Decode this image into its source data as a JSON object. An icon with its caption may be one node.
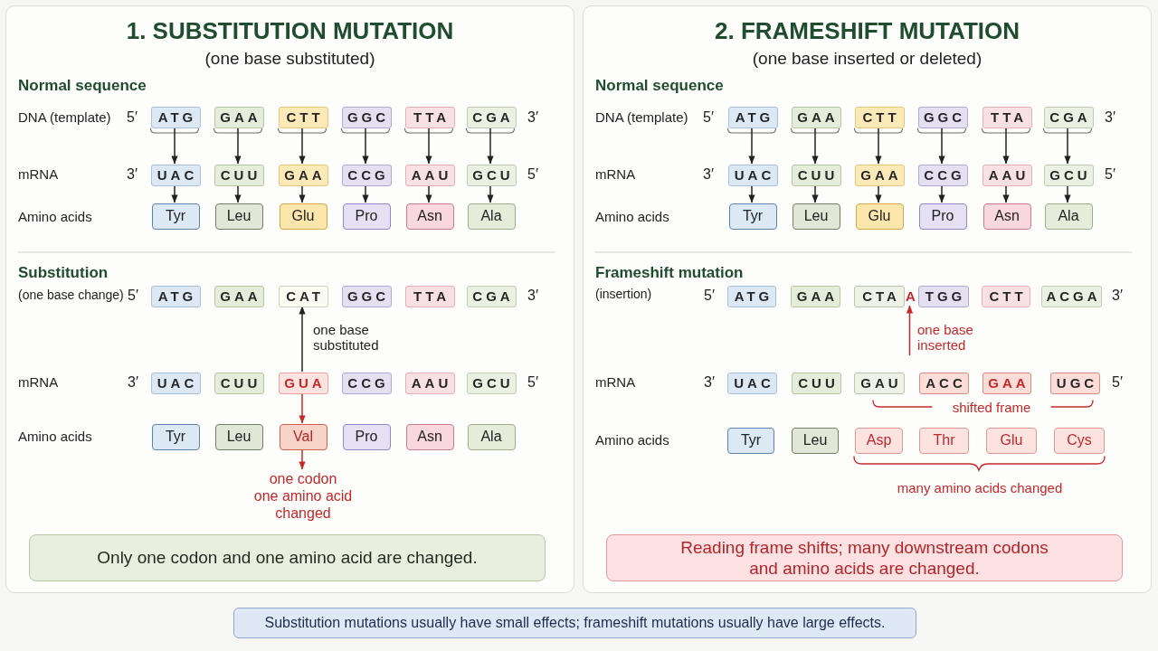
{
  "diagram": {
    "nodes": [
      {
        "text": [
          "1. SUBSTITUTION MUTATION",
          "(one base substituted)"
        ]
      },
      {
        "text": [
          "ATG"
        ],
        "in": 0
      },
      {
        "text": [
          "GAA"
        ],
        "in": 0
      },
      {
        "text": [
          "CTT"
        ],
        "in": 0
      },
      {
        "text": [
          "GGC"
        ],
        "in": 0
      },
      {
        "text": [
          "TTA"
        ],
        "in": 0
      },
      {
        "text": [
          "CGA"
        ],
        "in": 0
      },
      {
        "text": [
          "UAC"
        ],
        "in": 0
      },
      {
        "text": [
          "CUU"
        ],
        "in": 0
      },
      {
        "text": [
          "GAA"
        ],
        "in": 0
      },
      {
        "text": [
          "CCG"
        ],
        "in": 0
      },
      {
        "text": [
          "AAU"
        ],
        "in": 0
      },
      {
        "text": [
          "GCU"
        ],
        "in": 0
      },
      {
        "text": [
          "Tyr"
        ],
        "in": 0
      },
      {
        "text": [
          "Leu"
        ],
        "in": 0
      },
      {
        "text": [
          "Glu"
        ],
        "in": 0
      },
      {
        "text": [
          "Pro"
        ],
        "in": 0
      },
      {
        "text": [
          "Asn"
        ],
        "in": 0
      },
      {
        "text": [
          "Ala"
        ],
        "in": 0
      },
      {
        "text": [
          "ATG"
        ],
        "in": 0
      },
      {
        "text": [
          "GAA"
        ],
        "in": 0
      },
      {
        "text": [
          "CAT"
        ],
        "in": 0
      },
      {
        "text": [
          "GGC"
        ],
        "in": 0
      },
      {
        "text": [
          "TTA"
        ],
        "in": 0
      },
      {
        "text": [
          "CGA"
        ],
        "in": 0
      },
      {
        "text": [
          "UAC"
        ],
        "in": 0
      },
      {
        "text": [
          "CUU"
        ],
        "in": 0
      },
      {
        "text": [
          "GUA"
        ],
        "in": 0
      },
      {
        "text": [
          "CCG"
        ],
        "in": 0
      },
      {
        "text": [
          "AAU"
        ],
        "in": 0
      },
      {
        "text": [
          "GCU"
        ],
        "in": 0
      },
      {
        "text": [
          "Tyr"
        ],
        "in": 0
      },
      {
        "text": [
          "Leu"
        ],
        "in": 0
      },
      {
        "text": [
          "Val"
        ],
        "in": 0
      },
      {
        "text": [
          "Pro"
        ],
        "in": 0
      },
      {
        "text": [
          "Asn"
        ],
        "in": 0
      },
      {
        "text": [
          "Ala"
        ],
        "in": 0
      },
      {
        "text": [
          "one codon one amino acid changed"
        ],
        "in": 0
      },
      {
        "text": [
          "Only one codon and one amino acid are changed."
        ],
        "in": 0
      },
      {
        "text": [
          "2. FRAMESHIFT MUTATION",
          "(one base inserted or deleted)"
        ]
      },
      {
        "text": [
          "ATG"
        ],
        "in": 39
      },
      {
        "text": [
          "GAA"
        ],
        "in": 39
      },
      {
        "text": [
          "CTT"
        ],
        "in": 39
      },
      {
        "text": [
          "GGC"
        ],
        "in": 39
      },
      {
        "text": [
          "TTA"
        ],
        "in": 39
      },
      {
        "text": [
          "CGA"
        ],
        "in": 39
      },
      {
        "text": [
          "UAC"
        ],
        "in": 39
      },
      {
        "text": [
          "CUU"
        ],
        "in": 39
      },
      {
        "text": [
          "GAA"
        ],
        "in": 39
      },
      {
        "text": [
          "CCG"
        ],
        "in": 39
      },
      {
        "text": [
          "AAU"
        ],
        "in": 39
      },
      {
        "text": [
          "GCU"
        ],
        "in": 39
      },
      {
        "text": [
          "Tyr"
        ],
        "in": 39
      },
      {
        "text": [
          "Leu"
        ],
        "in": 39
      },
      {
        "text": [
          "Glu"
        ],
        "in": 39
      },
      {
        "text": [
          "Pro"
        ],
        "in": 39
      },
      {
        "text": [
          "Asn"
        ],
        "in": 39
      },
      {
        "text": [
          "Ala"
        ],
        "in": 39
      },
      {
        "text": [
          "ATG"
        ],
        "in": 39
      },
      {
        "text": [
          "GAA"
        ],
        "in": 39
      },
      {
        "text": [
          "CTA"
        ],
        "in": 39
      },
      {
        "text": [
          "A"
        ],
        "in": 39
      },
      {
        "text": [
          "TGG"
        ],
        "in": 39
      },
      {
        "text": [
          "CTT"
        ],
        "in": 39
      },
      {
        "text": [
          "ACGA"
        ],
        "in": 39
      },
      {
        "text": [
          "UAC"
        ],
        "in": 39
      },
      {
        "text": [
          "CUU"
        ],
        "in": 39
      },
      {
        "text": [
          "GAU"
        ],
        "in": 39
      },
      {
        "text": [
          "ACC"
        ],
        "in": 39
      },
      {
        "text": [
          "GAA"
        ],
        "in": 39
      },
      {
        "text": [
          "UGC"
        ],
        "in": 39
      },
      {
        "text": [
          "Tyr"
        ],
        "in": 39
      },
      {
        "text": [
          "Leu"
        ],
        "in": 39
      },
      {
        "text": [
          "Asp"
        ],
        "in": 39
      },
      {
        "text": [
          "Thr"
        ],
        "in": 39
      },
      {
        "text": [
          "Glu"
        ],
        "in": 39
      },
      {
        "text": [
          "Cys"
        ],
        "in": 39
      },
      {
        "text": [
          "Reading frame shifts; many downstream codons and amino acids are changed."
        ],
        "in": 39
      },
      {
        "text": [
          "Substitution mutations usually have small effects; frameshift mutations usually have large effects."
        ]
      }
    ],
    "edges": [
      {
        "from": 1,
        "to": 7,
        "arrow": "to"
      },
      {
        "from": 2,
        "to": 8,
        "arrow": "to"
      },
      {
        "from": 3,
        "to": 9,
        "arrow": "to"
      },
      {
        "from": 4,
        "to": 10,
        "arrow": "to"
      },
      {
        "from": 5,
        "to": 11,
        "arrow": "to"
      },
      {
        "from": 6,
        "to": 12,
        "arrow": "to"
      },
      {
        "from": 7,
        "to": 13,
        "arrow": "to"
      },
      {
        "from": 8,
        "to": 14,
        "arrow": "to"
      },
      {
        "from": 9,
        "to": 15,
        "arrow": "to"
      },
      {
        "from": 10,
        "to": 16,
        "arrow": "to"
      },
      {
        "from": 11,
        "to": 17,
        "arrow": "to"
      },
      {
        "from": 12,
        "to": 18,
        "arrow": "to"
      },
      {
        "from": 27,
        "to": 21,
        "arrow": "to",
        "label": "one base substituted"
      },
      {
        "from": 27,
        "to": 33,
        "arrow": "to",
        "color": "#c62828"
      },
      {
        "from": 33,
        "to": 37,
        "arrow": "to",
        "color": "#c62828"
      },
      {
        "from": 40,
        "to": 46,
        "arrow": "to"
      },
      {
        "from": 41,
        "to": 47,
        "arrow": "to"
      },
      {
        "from": 42,
        "to": 48,
        "arrow": "to"
      },
      {
        "from": 43,
        "to": 49,
        "arrow": "to"
      },
      {
        "from": 44,
        "to": 50,
        "arrow": "to"
      },
      {
        "from": 45,
        "to": 51,
        "arrow": "to"
      },
      {
        "from": 46,
        "to": 52,
        "arrow": "to"
      },
      {
        "from": 47,
        "to": 53,
        "arrow": "to"
      },
      {
        "from": 48,
        "to": 54,
        "arrow": "to"
      },
      {
        "from": 49,
        "to": 55,
        "arrow": "to"
      },
      {
        "from": 50,
        "to": 56,
        "arrow": "to"
      },
      {
        "from": 51,
        "to": 57,
        "arrow": "to"
      },
      {
        "from": null,
        "to": 61,
        "arrow": "to",
        "label": "one base inserted",
        "color": "#c62828"
      }
    ],
    "labels": [
      "Normal sequence",
      "DNA (template)",
      "5′",
      "3′",
      "mRNA",
      "3′",
      "5′",
      "Amino acids",
      "Substitution",
      "(one base change)",
      "5′",
      "3′",
      "mRNA",
      "3′",
      "5′",
      "Amino acids",
      "Normal sequence",
      "DNA (template)",
      "5′",
      "3′",
      "mRNA",
      "3′",
      "5′",
      "Amino acids",
      "Frameshift mutation",
      "(insertion)",
      "5′",
      "3′",
      "mRNA",
      "3′",
      "5′",
      "shifted frame",
      "Amino acids",
      "many amino acids changed"
    ]
  }
}
